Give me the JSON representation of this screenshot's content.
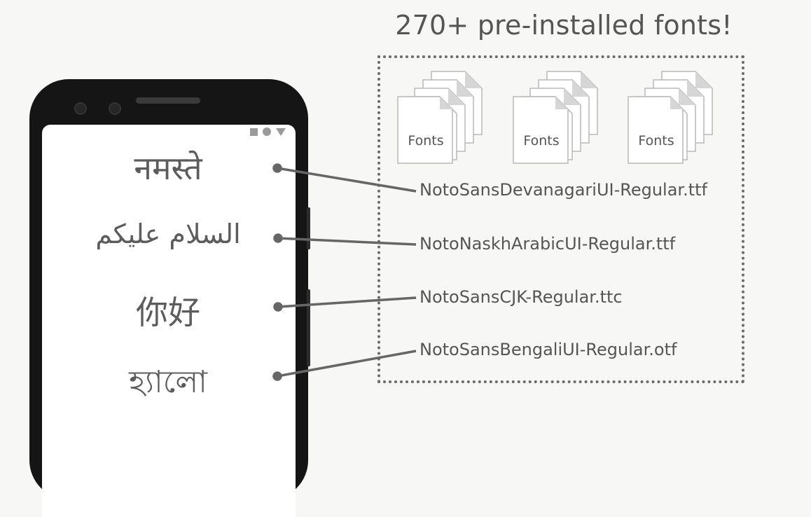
{
  "header": {
    "title": "270+ pre-installed fonts!"
  },
  "font_stacks": [
    {
      "label": "Fonts"
    },
    {
      "label": "Fonts"
    },
    {
      "label": "Fonts"
    }
  ],
  "phone": {
    "greetings": [
      {
        "text": "नमस्ते",
        "script": "Devanagari"
      },
      {
        "text": "السلام عليكم",
        "script": "Arabic"
      },
      {
        "text": "你好",
        "script": "CJK"
      },
      {
        "text": "হ্যালো",
        "script": "Bengali"
      }
    ]
  },
  "font_files": [
    "NotoSansDevanagariUI-Regular.ttf",
    "NotoNaskhArabicUI-Regular.ttf",
    "NotoSansCJK-Regular.ttc",
    "NotoSansBengaliUI-Regular.otf"
  ],
  "colors": {
    "line": "#666666",
    "text": "#555555",
    "phone_body": "#151515",
    "background": "#f7f7f5"
  }
}
